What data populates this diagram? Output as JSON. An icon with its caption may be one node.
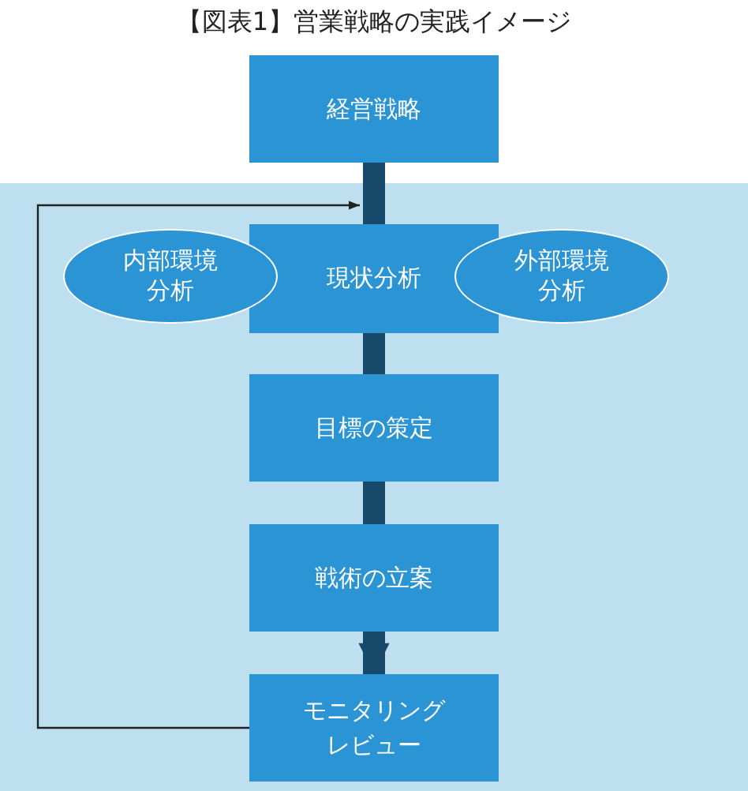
{
  "diagram": {
    "title": "【図表1】営業戦略の実践イメージ",
    "nodes": [
      {
        "text": [
          "経営戦略"
        ]
      },
      {
        "text": [
          "現状分析"
        ]
      },
      {
        "text": [
          "内部環境分析"
        ]
      },
      {
        "text": [
          "外部環境分析"
        ]
      },
      {
        "text": [
          "目標の策定"
        ]
      },
      {
        "text": [
          "戦術の立案"
        ]
      },
      {
        "text": [
          "モニタリングレビュー"
        ]
      }
    ],
    "edges": [
      {
        "from": 0,
        "to": 1,
        "arrow": "none"
      },
      {
        "from": 1,
        "to": 4,
        "arrow": "none"
      },
      {
        "from": 4,
        "to": 5,
        "arrow": "none"
      },
      {
        "from": 5,
        "to": 6,
        "arrow": "to"
      },
      {
        "from": 6,
        "to": 1,
        "arrow": "to",
        "color": "#222222"
      }
    ]
  }
}
